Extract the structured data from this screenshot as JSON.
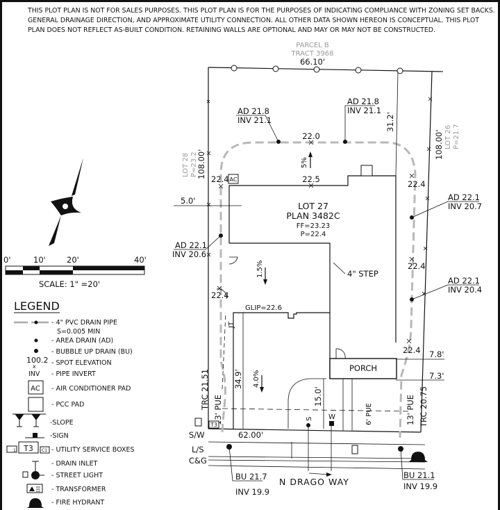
{
  "disclaimer": [
    "THIS PLOT PLAN IS NOT FOR SALES PURPOSES. THIS PLOT PLAN IS FOR THE PURPOSES OF INDICATING COMPLIANCE WITH ZONING SET BACKS.",
    "GENERAL DRAINAGE DIRECTION, AND APPROXIMATE UTILITY CONNECTION. ALL OTHER DATA SHOWN HEREON IS CONCEPTUAL.  THIS PLOT",
    "PLAN DOES NOT REFLECT AS-BUILT CONDITION. RETAINING WALLS ARE OPTIONAL AND MAY OR MAY NOT BE CONSTRUCTED."
  ],
  "adjacent": {
    "parcel": "PARCEL B",
    "tract": "TRACT 3968",
    "lot_left": "LOT 28",
    "lot_left_p": "P=23.2",
    "lot_right": "LOT 26",
    "lot_right_p": "P=21.7"
  },
  "dimensions": {
    "top": "66.10'",
    "left": "108.00'",
    "right": "108.00'",
    "rear_setback": "31.2'",
    "side_left": "5.0'",
    "garage_depth": "34.9'",
    "drive": "15.0'",
    "front": "62.00'",
    "right_a": "7.8'",
    "right_b": "7.3'",
    "pue_left": "13' PUE",
    "pue_right": "13' PUE",
    "pue_mid": "6' PUE",
    "trc_left": "TRC 21.51",
    "trc_right": "TRC 20.75"
  },
  "lot": {
    "title": "LOT 27",
    "plan": "PLAN 3482C",
    "ff": "FF=23.23",
    "p": "P=22.4",
    "glip": "GLIP=22.6",
    "porch": "PORCH",
    "step": "4\"  STEP",
    "ac": "AC",
    "jt": "JT"
  },
  "elevations": {
    "top_mid": "22.0",
    "house_top": "22.5",
    "left_top": "22.4",
    "right_top": "22.4",
    "right_mid": "22.4",
    "left_mid": "22.4",
    "right_bottom": "22.4"
  },
  "slopes": {
    "rear": "5%",
    "garage": "1.5%",
    "drive": "4.0%"
  },
  "drains": [
    {
      "ad": "AD  21.8",
      "inv": "INV  21.1"
    },
    {
      "ad": "AD  21.8",
      "inv": "INV  21.1"
    },
    {
      "ad": "AD  22.1",
      "inv": "INV  20.6"
    },
    {
      "ad": "AD  22.1",
      "inv": "INV  20.7"
    },
    {
      "ad": "AD  22.1",
      "inv": "INV  20.4"
    }
  ],
  "bubble_ups": [
    {
      "bu": "BU  21.7",
      "inv": "INV  19.9"
    },
    {
      "bu": "BU  21.1",
      "inv": "INV  19.9"
    }
  ],
  "street": {
    "name": "N  DRAGO  WAY",
    "sw": "S/W",
    "ls": "L/S",
    "cg": "C&G",
    "sewer": "S",
    "water": "W",
    "t3": "T3"
  },
  "scale": {
    "ticks": [
      "0'",
      "10'",
      "20'",
      "40'"
    ],
    "label": "SCALE:  1\" =20'"
  },
  "legend": {
    "title": "LEGEND",
    "items": [
      "- 4\" PVC DRAIN PIPE",
      "S=0.005 MIN",
      "- AREA DRAIN (AD)",
      "- BUBBLE UP DRAIN (BU)",
      "- SPOT ELEVATION",
      "- PIPE INVERT",
      "- AIR CONDITIONER PAD",
      "- PCC PAD",
      "-SLOPE",
      "-SIGN",
      "- UTILITY SERVICE BOXES",
      "- DRAIN INLET",
      "- STREET LIGHT",
      "- TRANSFORMER",
      "- FIRE HYDRANT"
    ],
    "spot_sample": "100.2",
    "inv_sample": "INV",
    "ac_sample": "AC",
    "t3_sample": "T3",
    "box1": "1",
    "box2": "C1"
  },
  "colors": {
    "line": "#111111",
    "pipe": "#b8b8b8",
    "adjacent_text": "#9a9a9a"
  }
}
